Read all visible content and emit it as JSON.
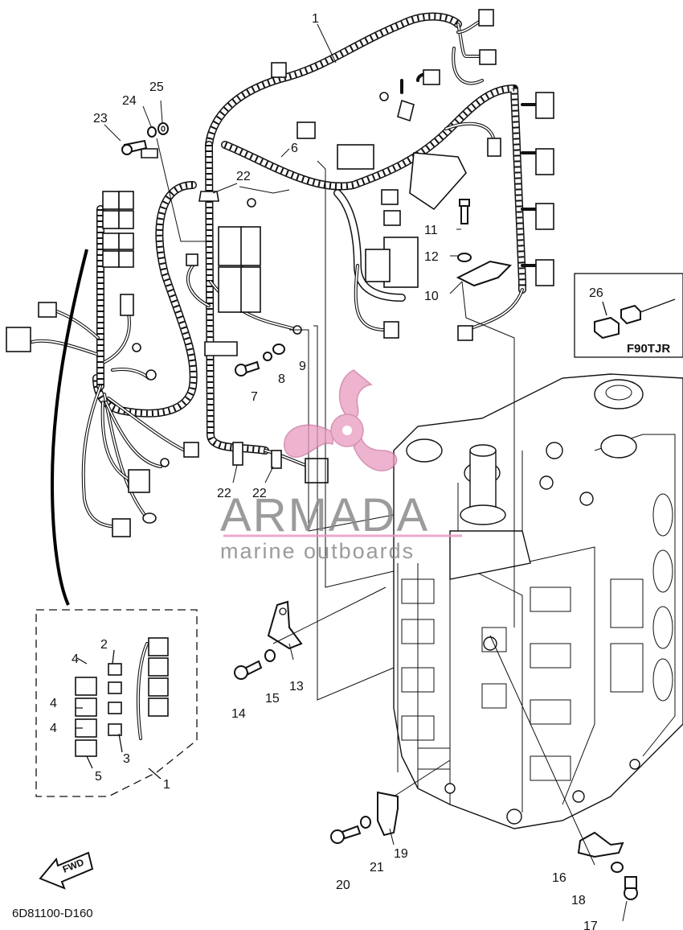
{
  "diagram": {
    "code": "6D81100-D160",
    "variant_label": "F90TJR",
    "fwd_label": "FWD",
    "watermark": {
      "brand": "ARMADA",
      "tagline": "marine outboards"
    },
    "callouts": {
      "c1": "1",
      "c1b": "1",
      "c2": "2",
      "c3": "3",
      "c4a": "4",
      "c4b": "4",
      "c4c": "4",
      "c5": "5",
      "c6": "6",
      "c7": "7",
      "c8": "8",
      "c9": "9",
      "c10": "10",
      "c11": "11",
      "c12": "12",
      "c13": "13",
      "c14": "14",
      "c15": "15",
      "c16": "16",
      "c17": "17",
      "c18": "18",
      "c19": "19",
      "c20": "20",
      "c21": "21",
      "c22a": "22",
      "c22b": "22",
      "c22c": "22",
      "c23": "23",
      "c24": "24",
      "c25": "25",
      "c26": "26"
    }
  },
  "colors": {
    "line": "#111111",
    "watermark_pink": "#e89ac0",
    "watermark_gray": "#8a8a8a"
  }
}
